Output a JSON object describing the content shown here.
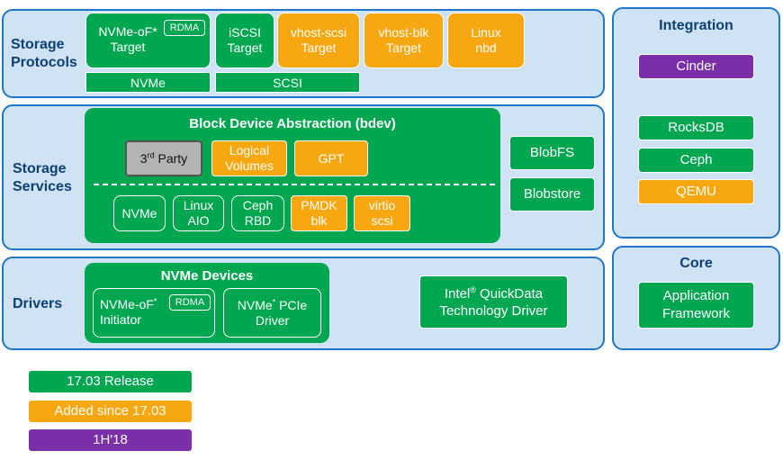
{
  "storage_protocols": {
    "label_line1": "Storage",
    "label_line2": "Protocols",
    "nvmeof_target_line1": "NVMe-oF*",
    "nvmeof_target_line2": "Target",
    "rdma": "RDMA",
    "iscsi_line1": "iSCSI",
    "iscsi_line2": "Target",
    "vhost_scsi_line1": "vhost-scsi",
    "vhost_scsi_line2": "Target",
    "vhost_blk_line1": "vhost-blk",
    "vhost_blk_line2": "Target",
    "linux_nbd_line1": "Linux",
    "linux_nbd_line2": "nbd",
    "nvme_bar": "NVMe",
    "scsi_bar": "SCSI"
  },
  "storage_services": {
    "label_line1": "Storage",
    "label_line2": "Services",
    "bdev_title": "Block Device Abstraction (bdev)",
    "third_party_prefix": "3",
    "third_party_sup": "rd",
    "third_party_suffix": " Party",
    "logical_volumes_line1": "Logical",
    "logical_volumes_line2": "Volumes",
    "gpt": "GPT",
    "nvme": "NVMe",
    "linux_aio_line1": "Linux",
    "linux_aio_line2": "AIO",
    "ceph_rbd_line1": "Ceph",
    "ceph_rbd_line2": "RBD",
    "pmdk_blk_line1": "PMDK",
    "pmdk_blk_line2": "blk",
    "virtio_scsi_line1": "virtio",
    "virtio_scsi_line2": "scsi",
    "blobfs": "BlobFS",
    "blobstore": "Blobstore"
  },
  "drivers": {
    "label": "Drivers",
    "nvme_devices_title": "NVMe Devices",
    "nvmeof_initiator_line1_prefix": "NVMe-oF",
    "nvmeof_initiator_sup": "*",
    "nvmeof_initiator_line2": "Initiator",
    "rdma": "RDMA",
    "nvme_pcie_prefix": "NVMe",
    "nvme_pcie_sup": "*",
    "nvme_pcie_suffix": " PCIe",
    "nvme_pcie_line2": "Driver",
    "quickdata_prefix": "Intel",
    "quickdata_sup": "®",
    "quickdata_suffix": " QuickData",
    "quickdata_line2": "Technology Driver"
  },
  "integration": {
    "title": "Integration",
    "cinder": "Cinder",
    "rocksdb": "RocksDB",
    "ceph": "Ceph",
    "qemu": "QEMU"
  },
  "core": {
    "title": "Core",
    "app_framework_line1": "Application",
    "app_framework_line2": "Framework"
  },
  "legend": {
    "release": "17.03 Release",
    "added": "Added since 17.03",
    "future": "1H'18"
  },
  "colors": {
    "green": "#00a650",
    "orange": "#f7a70f",
    "purple": "#7a2ea8",
    "panel_bg": "#cfe3f5",
    "panel_border": "#1f76c8",
    "label_text": "#0d3f73"
  }
}
